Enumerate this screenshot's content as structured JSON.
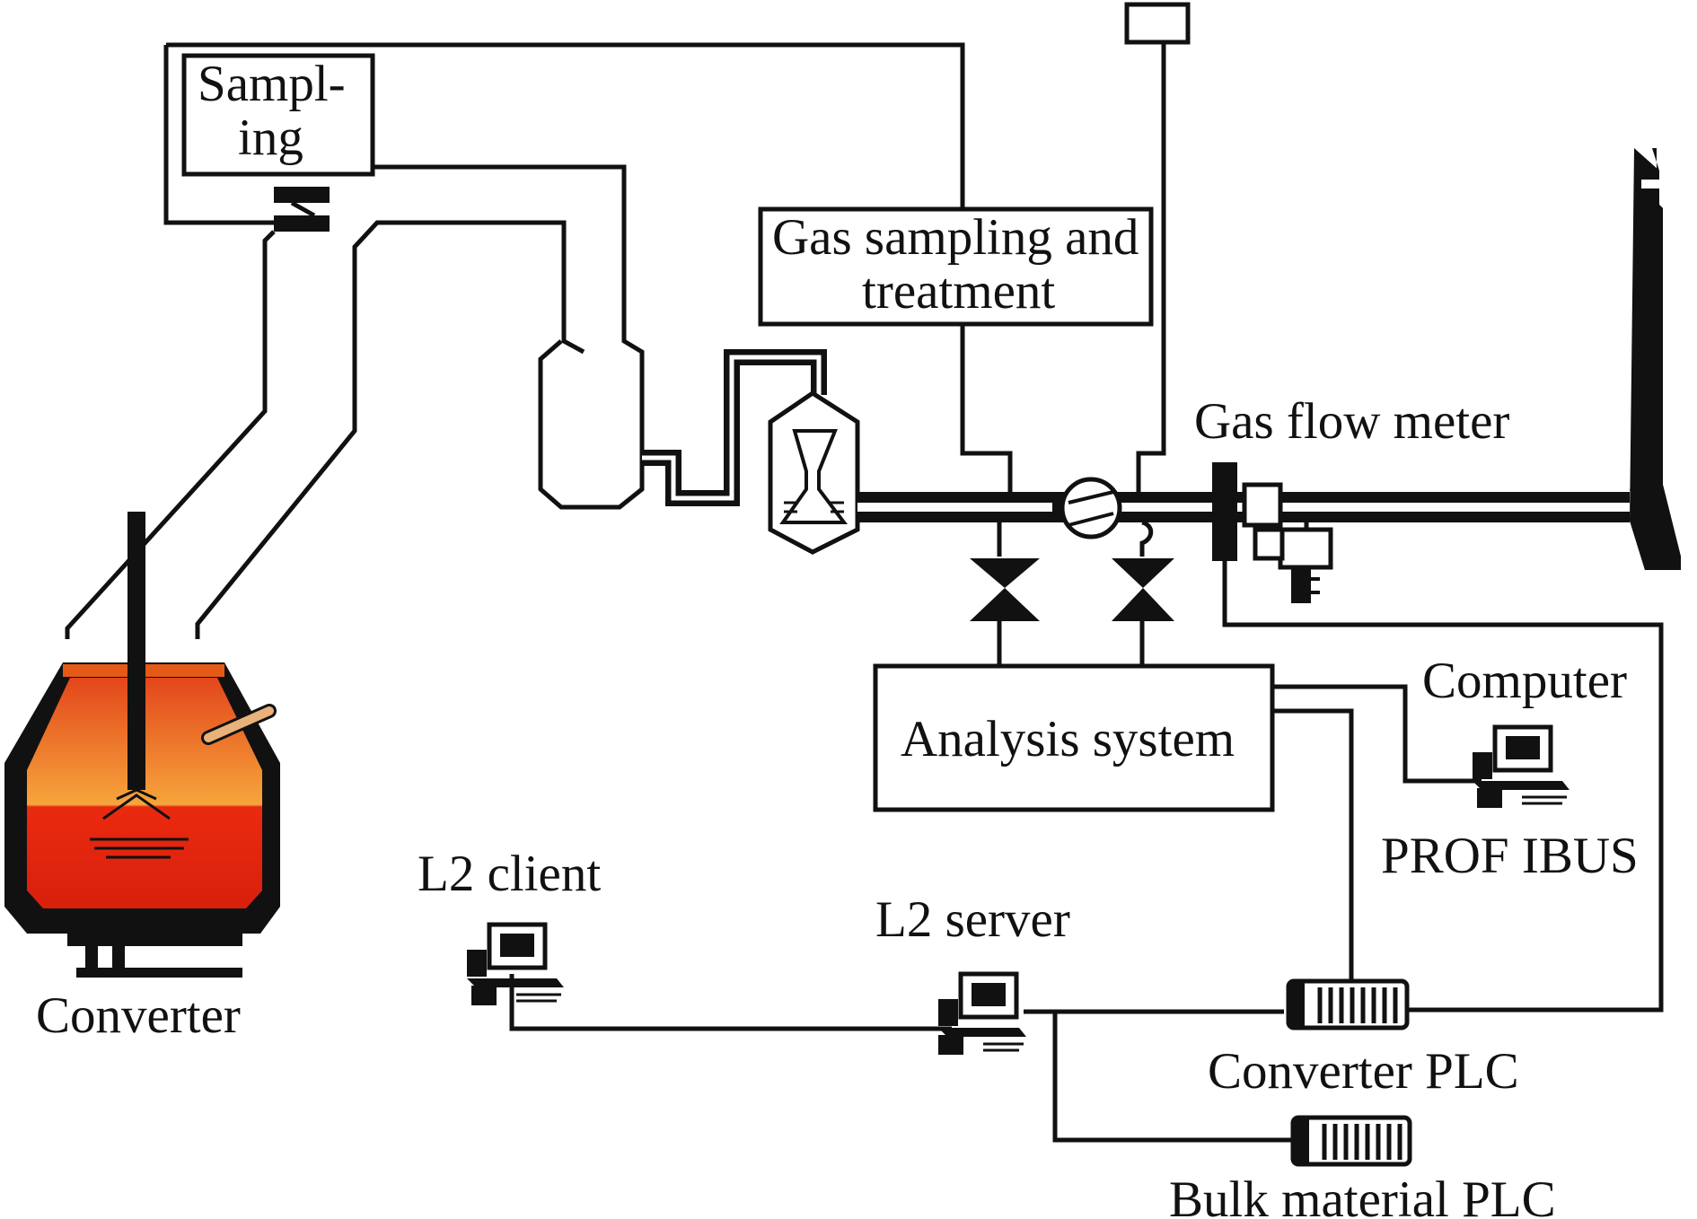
{
  "labels": {
    "sampling_line1": "Sampl-",
    "sampling_line2": "ing",
    "gas_sampling_line1": "Gas sampling and",
    "gas_sampling_line2": "treatment",
    "gas_flow_meter": "Gas flow meter",
    "computer": "Computer",
    "analysis_system": "Analysis system",
    "profibus": "PROF IBUS",
    "l2_client": "L2 client",
    "l2_server": "L2 server",
    "converter": "Converter",
    "converter_plc": "Converter PLC",
    "bulk_material_plc": "Bulk material PLC"
  },
  "colors": {
    "line": "#111111",
    "background": "#ffffff",
    "converter_flame_top": "#e64a1c",
    "converter_flame_mid": "#f59a3a",
    "converter_melt": "#e8200f",
    "lance_port": "#e9b27a"
  }
}
